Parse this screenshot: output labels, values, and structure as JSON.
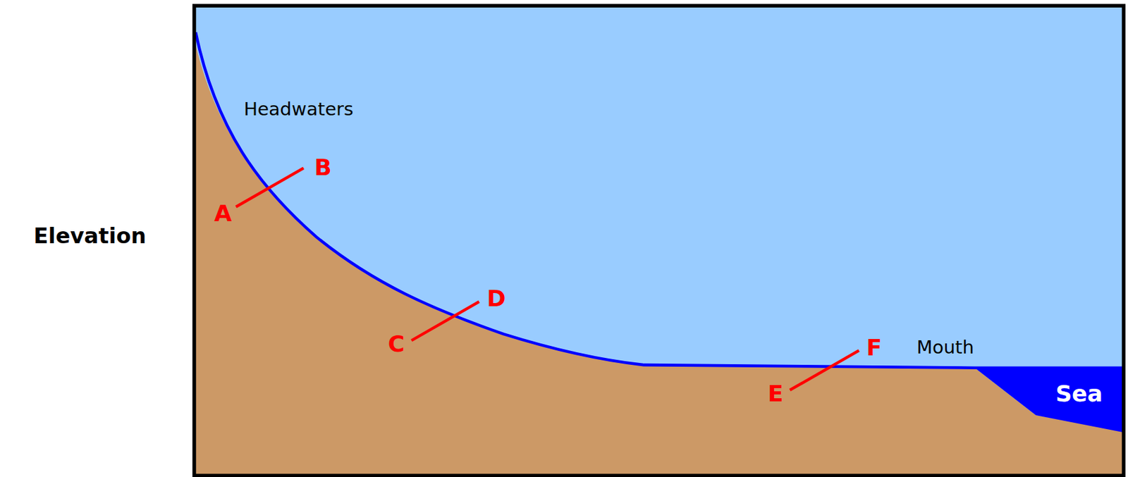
{
  "diagram": {
    "labels": [
      "Headwaters",
      "B",
      "A",
      "D",
      "C",
      "Elevation",
      "Mouth",
      "F",
      "E",
      "Sea"
    ]
  }
}
